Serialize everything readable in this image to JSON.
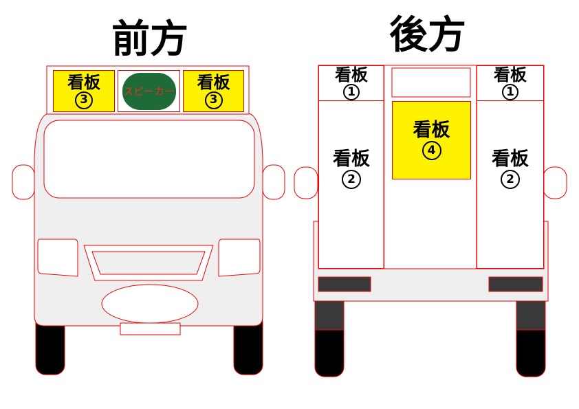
{
  "front": {
    "title": "前方",
    "signs": [
      {
        "label": "看板",
        "number": "3"
      },
      {
        "label": "看板",
        "number": "3"
      }
    ],
    "speaker": "スピーカー"
  },
  "rear": {
    "title": "後方",
    "signs": {
      "top_left": {
        "label": "看板",
        "number": "1"
      },
      "top_right": {
        "label": "看板",
        "number": "1"
      },
      "mid_left": {
        "label": "看板",
        "number": "2"
      },
      "mid_right": {
        "label": "看板",
        "number": "2"
      },
      "center": {
        "label": "看板",
        "number": "4"
      }
    }
  },
  "colors": {
    "sign_yellow": "#fff200",
    "speaker_green": "#1e6b38",
    "outline_red": "#e00000",
    "body_gray": "#efefef"
  }
}
